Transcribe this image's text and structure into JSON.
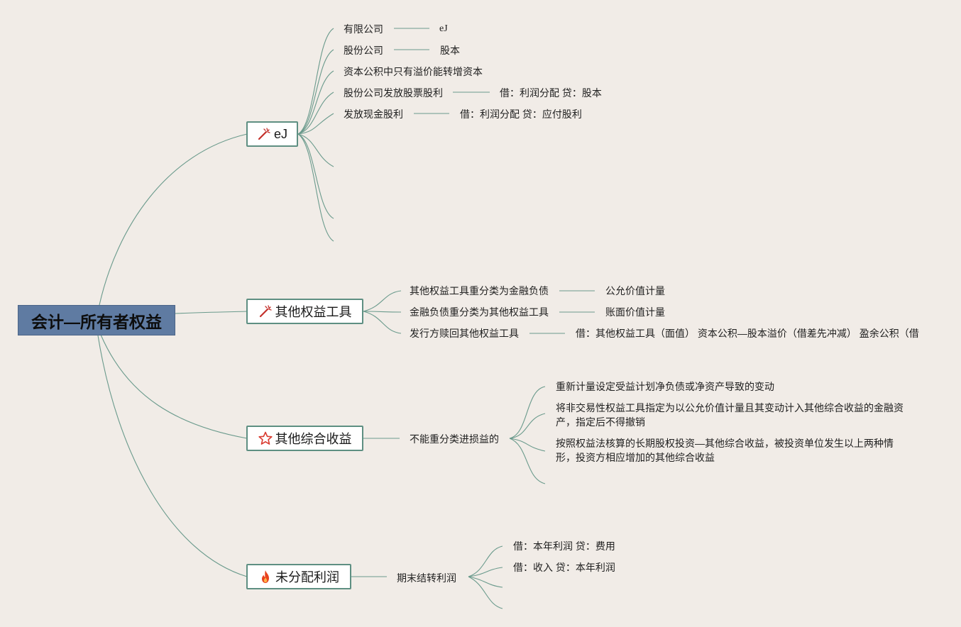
{
  "root": {
    "title": "会计—所有者权益"
  },
  "branches": {
    "ej": {
      "label": "eJ",
      "icon": "magic-wand-icon",
      "items": {
        "youxian": "有限公司",
        "youxian_child": "eJ",
        "gufen": "股份公司",
        "gufen_child": "股本",
        "zibengongji": "资本公积中只有溢价能转增资本",
        "gupiao_guli": "股份公司发放股票股利",
        "gupiao_guli_child": "借：利润分配 贷：股本",
        "xianjin_guli": "发放现金股利",
        "xianjin_guli_child": "借：利润分配 贷：应付股利"
      }
    },
    "other_equity": {
      "label": "其他权益工具",
      "icon": "magic-wand-icon",
      "items": {
        "reclass_to_liability": "其他权益工具重分类为金融负债",
        "reclass_to_liability_child": "公允价值计量",
        "reclass_to_equity": "金融负债重分类为其他权益工具",
        "reclass_to_equity_child": "账面价值计量",
        "redeem": "发行方赎回其他权益工具",
        "redeem_child": "借：其他权益工具（面值） 资本公积—股本溢价（借差先冲减） 盈余公积（借"
      }
    },
    "oci": {
      "label": "其他综合收益",
      "icon": "star-icon",
      "items": {
        "no_reclass": "不能重分类进损益的",
        "remeasure": "重新计量设定受益计划净负债或净资产导致的变动",
        "fvoci_equity": "将非交易性权益工具指定为以公允价值计量且其变动计入其他综合收益的金融资产，指定后不得撤销",
        "equity_method": "按照权益法核算的长期股权投资—其他综合收益，被投资单位发生以上两种情形，投资方相应增加的其他综合收益"
      }
    },
    "retained": {
      "label": "未分配利润",
      "icon": "fire-icon",
      "items": {
        "closing": "期末结转利润",
        "entry1": "借：本年利润 贷：费用",
        "entry2": "借：收入 贷：本年利润"
      }
    }
  },
  "colors": {
    "background": "#f1ece7",
    "root_fill": "#5f7ba2",
    "connector": "#6a9a8c",
    "branch_border": "#5e8f82",
    "wand_icon": "#c4302b",
    "star_icon": "#d93a2f",
    "fire_icon": "#e8421e"
  }
}
